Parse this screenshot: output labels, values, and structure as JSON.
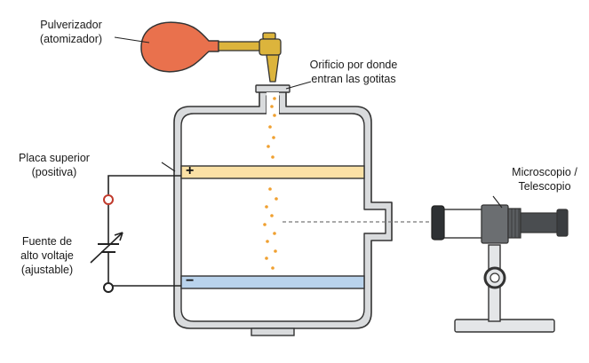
{
  "labels": {
    "atomizer": [
      "Pulverizador",
      "(atomizador)"
    ],
    "orifice": [
      "Orificio por donde",
      "entran las gotitas"
    ],
    "top_plate": [
      "Placa superior",
      "(positiva)"
    ],
    "power_supply": [
      "Fuente de",
      "alto voltaje",
      "(ajustable)"
    ],
    "microscope": [
      "Microscopio /",
      "Telescopio"
    ]
  },
  "signs": {
    "plus": "+",
    "minus": "−"
  },
  "colors": {
    "bulb": "#e9714d",
    "brass": "#dcb43c",
    "chamber_wall": "#d9dbdd",
    "outline": "#333333",
    "top_plate": "#fbe1a5",
    "bottom_plate": "#b9d3ec",
    "droplets": "#f0a030",
    "wire": "#222222",
    "terminal": "#c0392b"
  }
}
